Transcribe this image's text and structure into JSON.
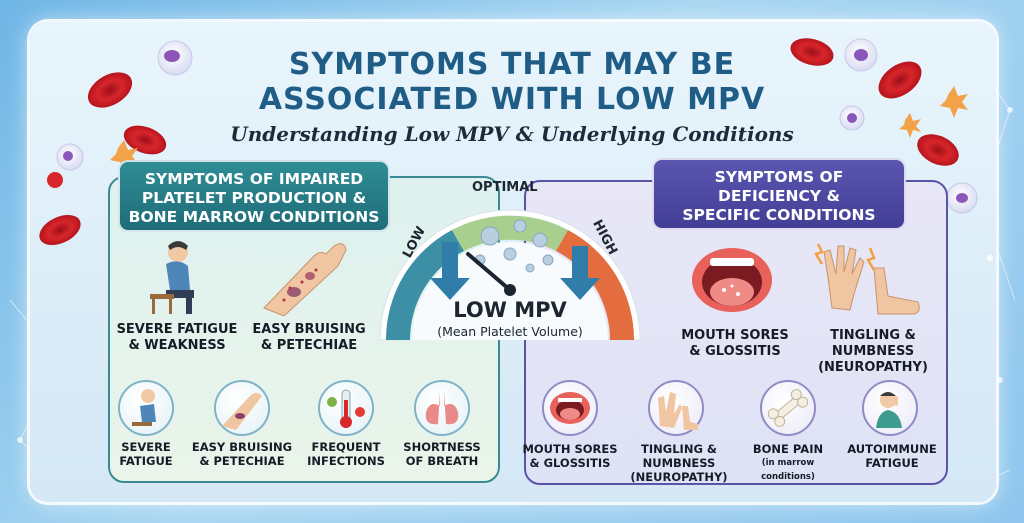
{
  "title": {
    "line1": "SYMPTOMS THAT MAY BE",
    "line2": "ASSOCIATED WITH LOW MPV",
    "subtitle": "Understanding Low MPV & Underlying Conditions"
  },
  "left_section": {
    "header": [
      "SYMPTOMS OF IMPAIRED",
      "PLATELET PRODUCTION &",
      "BONE MARROW CONDITIONS"
    ],
    "featured": [
      {
        "icon": "fatigued-person-icon",
        "label": [
          "SEVERE FATIGUE",
          "& WEAKNESS"
        ]
      },
      {
        "icon": "bruised-arm-icon",
        "label": [
          "EASY BRUISING",
          "& PETECHIAE"
        ]
      }
    ],
    "items": [
      {
        "icon": "fatigued-person-icon",
        "label": [
          "SEVERE",
          "FATIGUE"
        ]
      },
      {
        "icon": "bruised-arm-icon",
        "label": [
          "EASY BRUISING",
          "& PETECHIAE"
        ]
      },
      {
        "icon": "thermometer-germs-icon",
        "label": [
          "FREQUENT",
          "INFECTIONS"
        ]
      },
      {
        "icon": "lungs-icon",
        "label": [
          "SHORTNESS",
          "OF BREATH"
        ]
      }
    ]
  },
  "gauge": {
    "low": "LOW",
    "optimal": "OPTIMAL",
    "high": "HIGH",
    "main": "LOW MPV",
    "sub": "(Mean Platelet Volume)",
    "colors": {
      "low": "#3d8fa6",
      "optimal": "#a9cf8e",
      "high": "#e46d3f"
    }
  },
  "right_section": {
    "header": [
      "SYMPTOMS OF",
      "DEFICIENCY &",
      "SPECIFIC CONDITIONS"
    ],
    "featured": [
      {
        "icon": "open-mouth-icon",
        "label": [
          "MOUTH SORES",
          "& GLOSSITIS"
        ]
      },
      {
        "icon": "hand-foot-tingling-icon",
        "label": [
          "TINGLING & NUMBNESS",
          "(NEUROPATHY)"
        ]
      }
    ],
    "items": [
      {
        "icon": "open-mouth-icon",
        "label": [
          "MOUTH SORES",
          "& GLOSSITIS"
        ]
      },
      {
        "icon": "hand-foot-tingling-icon",
        "label": [
          "TINGLING & NUMBNESS",
          "(NEUROPATHY)"
        ]
      },
      {
        "icon": "bone-icon",
        "label": [
          "BONE PAIN",
          "(in marrow conditions)"
        ]
      },
      {
        "icon": "tired-person-icon",
        "label": [
          "AUTOIMMUNE",
          "FATIGUE"
        ]
      }
    ]
  },
  "colors": {
    "title": "#1f5d86",
    "left_accent": "#2f8d95",
    "right_accent": "#5a56b0",
    "red_cell": "#d8262b"
  }
}
